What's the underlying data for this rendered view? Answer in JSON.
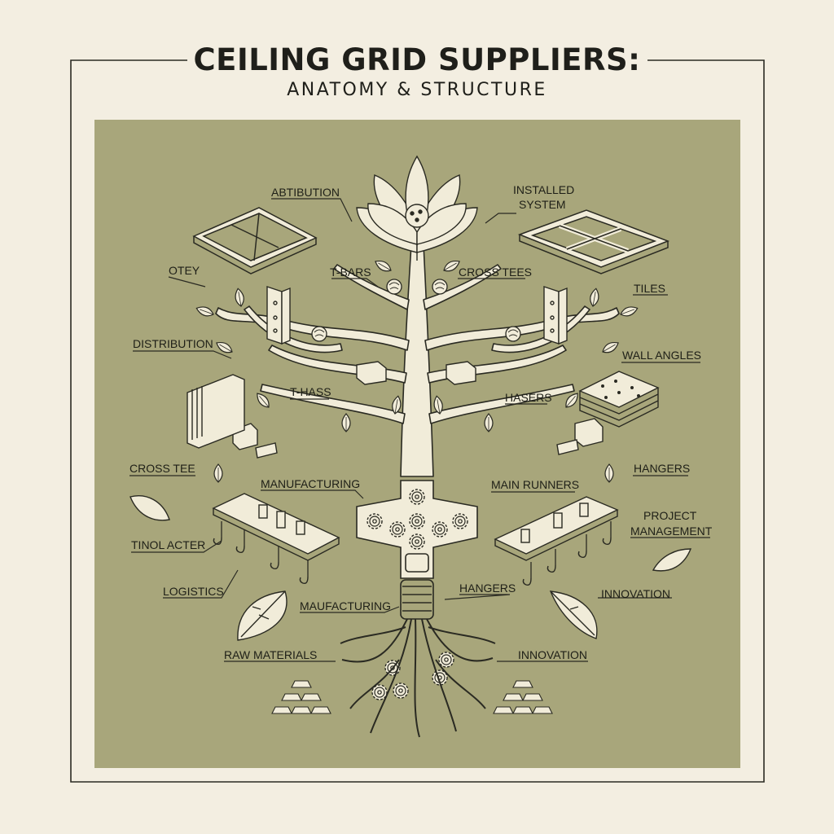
{
  "header": {
    "title": "CEILING GRID SUPPLIERS:",
    "subtitle": "ANATOMY & STRUCTURE"
  },
  "colors": {
    "page_background": "#f3eee1",
    "panel_background": "#a8a67b",
    "line_art_fill": "#f1ecd9",
    "ink": "#2a2a22"
  },
  "labels": {
    "abtibution": "ABTIBUTION",
    "installed_1": "INSTALLED",
    "installed_2": "SYSTEM",
    "otey": "OTEY",
    "t_bars": "T-BARS",
    "cross_tees": "CROSS TEES",
    "tiles": "TILES",
    "distribution": "DISTRIBUTION",
    "wall_angles": "WALL ANGLES",
    "t_hass": "T-HASS",
    "hasers": "HASERS",
    "cross_tee": "CROSS TEE",
    "hangers_right": "HANGERS",
    "manufacturing_top": "MANUFACTURING",
    "main_runners": "MAIN RUNNERS",
    "project_1": "PROJECT",
    "project_2": "MANAGEMENT",
    "tinol_acter": "TINOL ACTER",
    "logistics": "LOGISTICS",
    "hangers_center": "HANGERS",
    "innovation_right": "INNOVATION",
    "manufacturing_bottom": "MAUFACTURING",
    "raw_materials": "RAW MATERIALS",
    "innovation_bottom": "INNOVATION"
  },
  "icons": [
    "lotus-flower-icon",
    "tree-icon",
    "gear-icon",
    "leaf-icon",
    "grid-frame-icon",
    "ceiling-grid-icon",
    "t-bar-profile-icon",
    "tile-stack-icon",
    "panel-stack-icon",
    "hanger-hook-icon",
    "bracket-clip-icon",
    "cotton-bud-icon",
    "ingot-pile-icon"
  ]
}
